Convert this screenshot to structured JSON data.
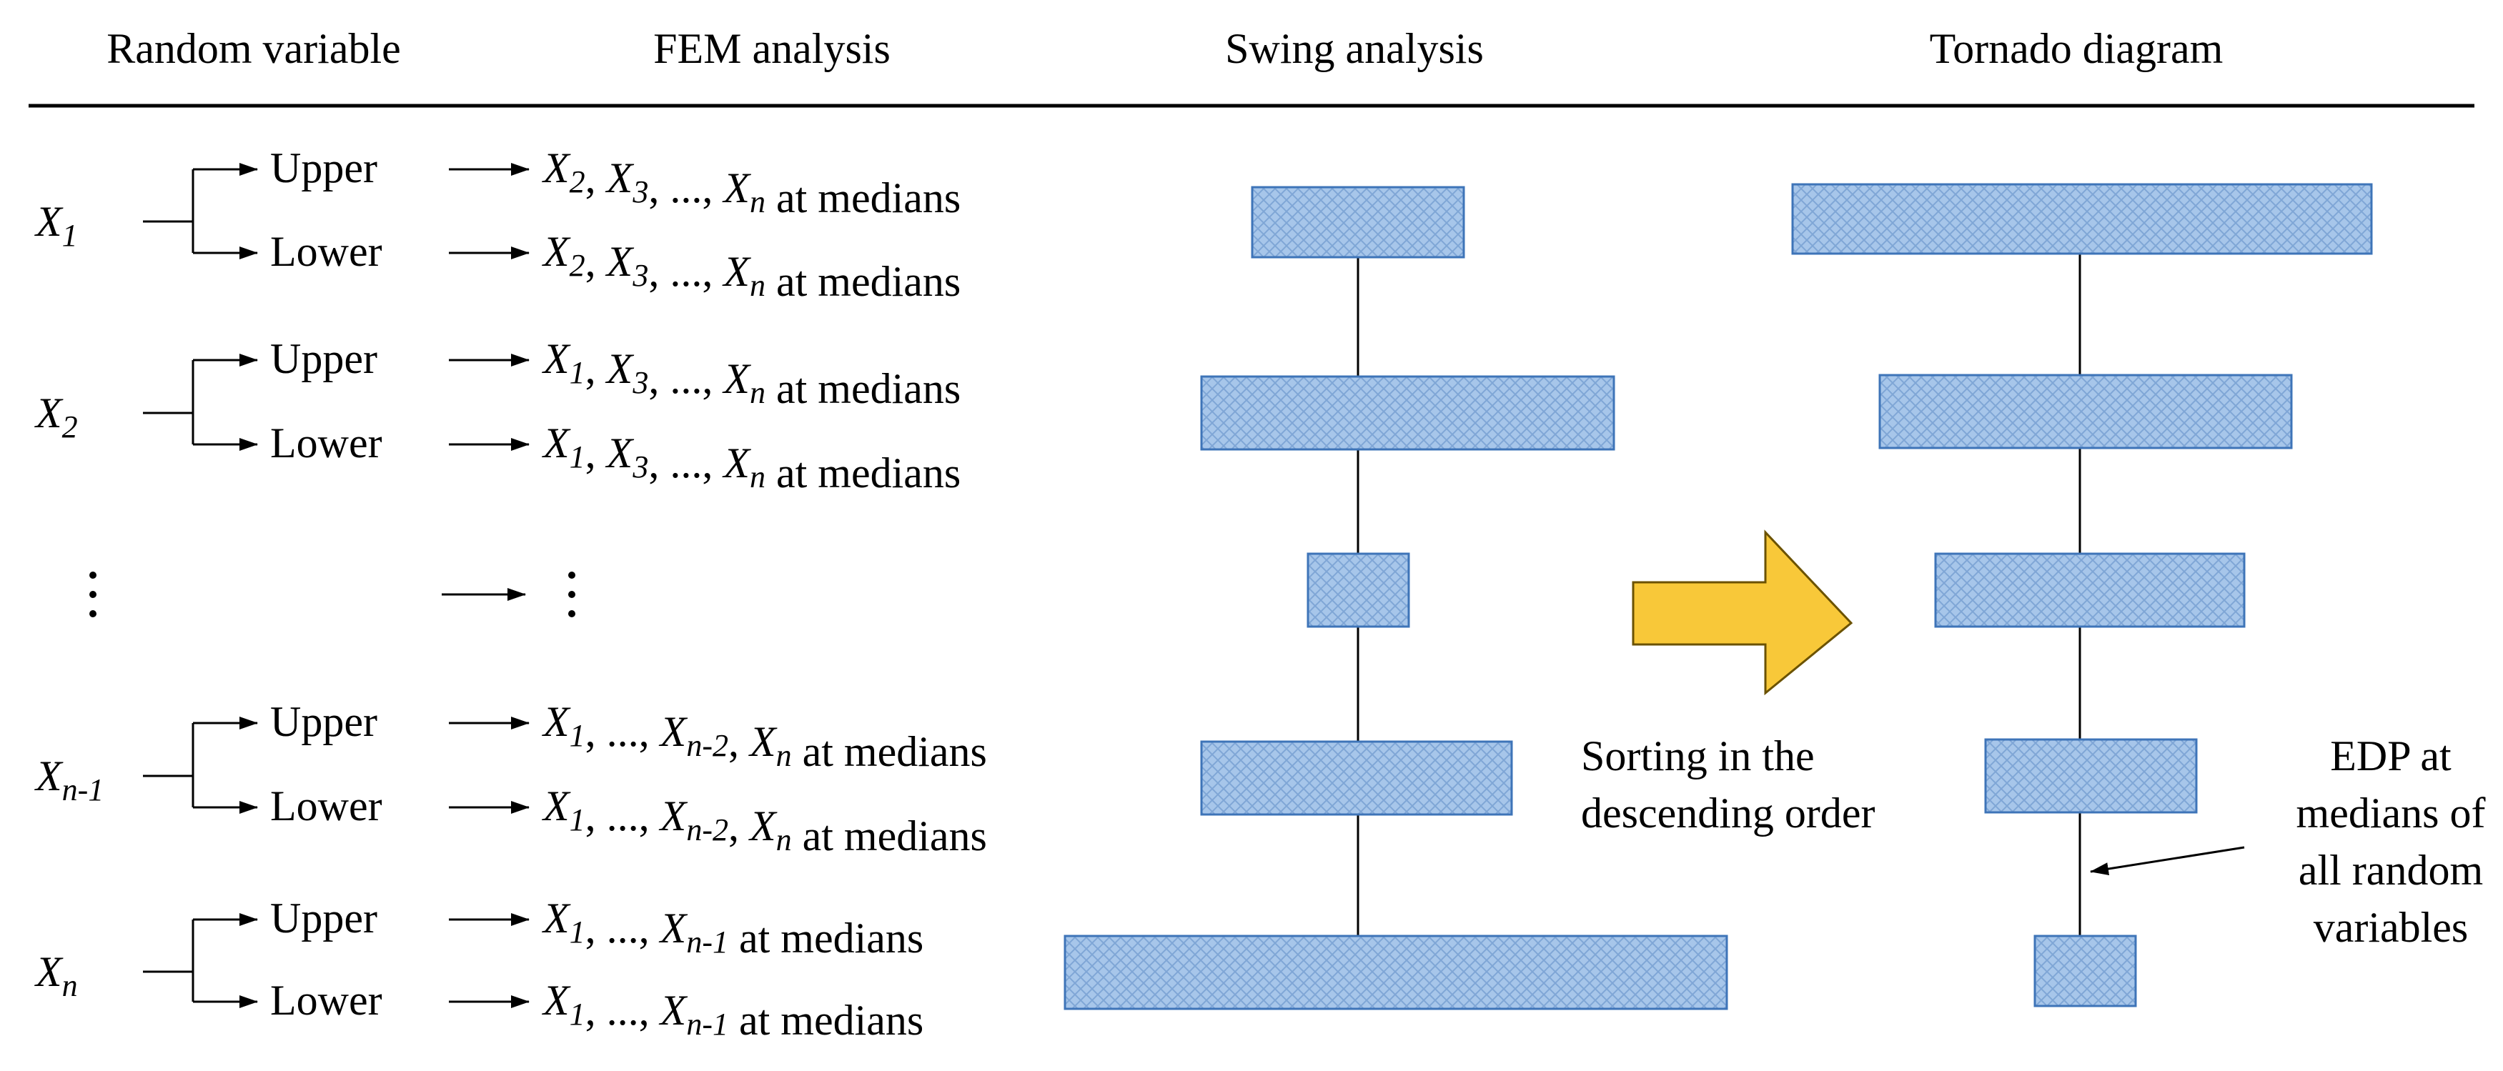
{
  "headers": {
    "random_variable": "Random variable",
    "fem_analysis": "FEM analysis",
    "swing_analysis": "Swing analysis",
    "tornado_diagram": "Tornado diagram"
  },
  "labels": {
    "upper": "Upper",
    "lower": "Lower",
    "at_medians": "at medians",
    "ellipsis": "...",
    "comma": ","
  },
  "variables": {
    "x": "X",
    "sub_1": "1",
    "sub_2": "2",
    "sub_3": "3",
    "sub_n": "n",
    "sub_n1": "n-1",
    "sub_n2": "n-2"
  },
  "annotations": {
    "sort_line1": "Sorting in the",
    "sort_line2": "descending order",
    "edp_line1": "EDP at",
    "edp_line2": "medians of",
    "edp_line3": "all random",
    "edp_line4": "variables"
  },
  "colors": {
    "bar_fill": "#a7c6ea",
    "bar_stroke": "#3e74b8",
    "arrow_fill": "#f8c839",
    "arrow_stroke": "#6b5200",
    "line": "#000000"
  }
}
